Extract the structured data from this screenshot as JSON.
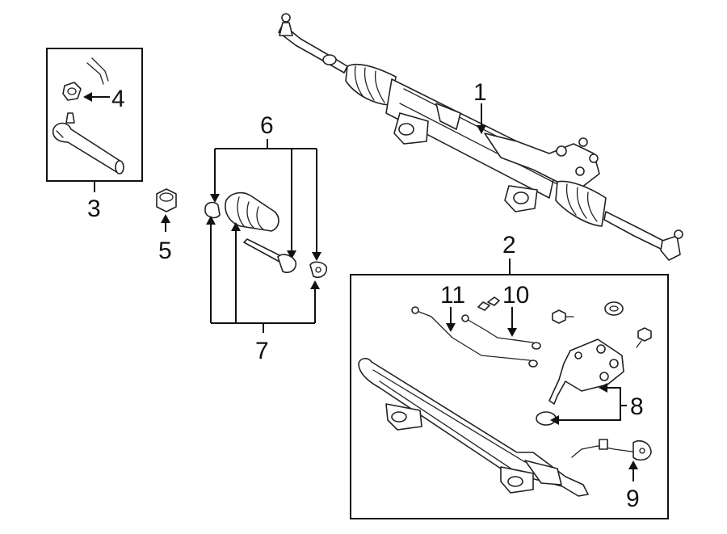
{
  "diagram": {
    "callouts": {
      "c1": "1",
      "c2": "2",
      "c3": "3",
      "c4": "4",
      "c5": "5",
      "c6": "6",
      "c7": "7",
      "c8": "8",
      "c9": "9",
      "c10": "10",
      "c11": "11"
    }
  },
  "colors": {
    "line": "#222222",
    "background": "#ffffff"
  }
}
